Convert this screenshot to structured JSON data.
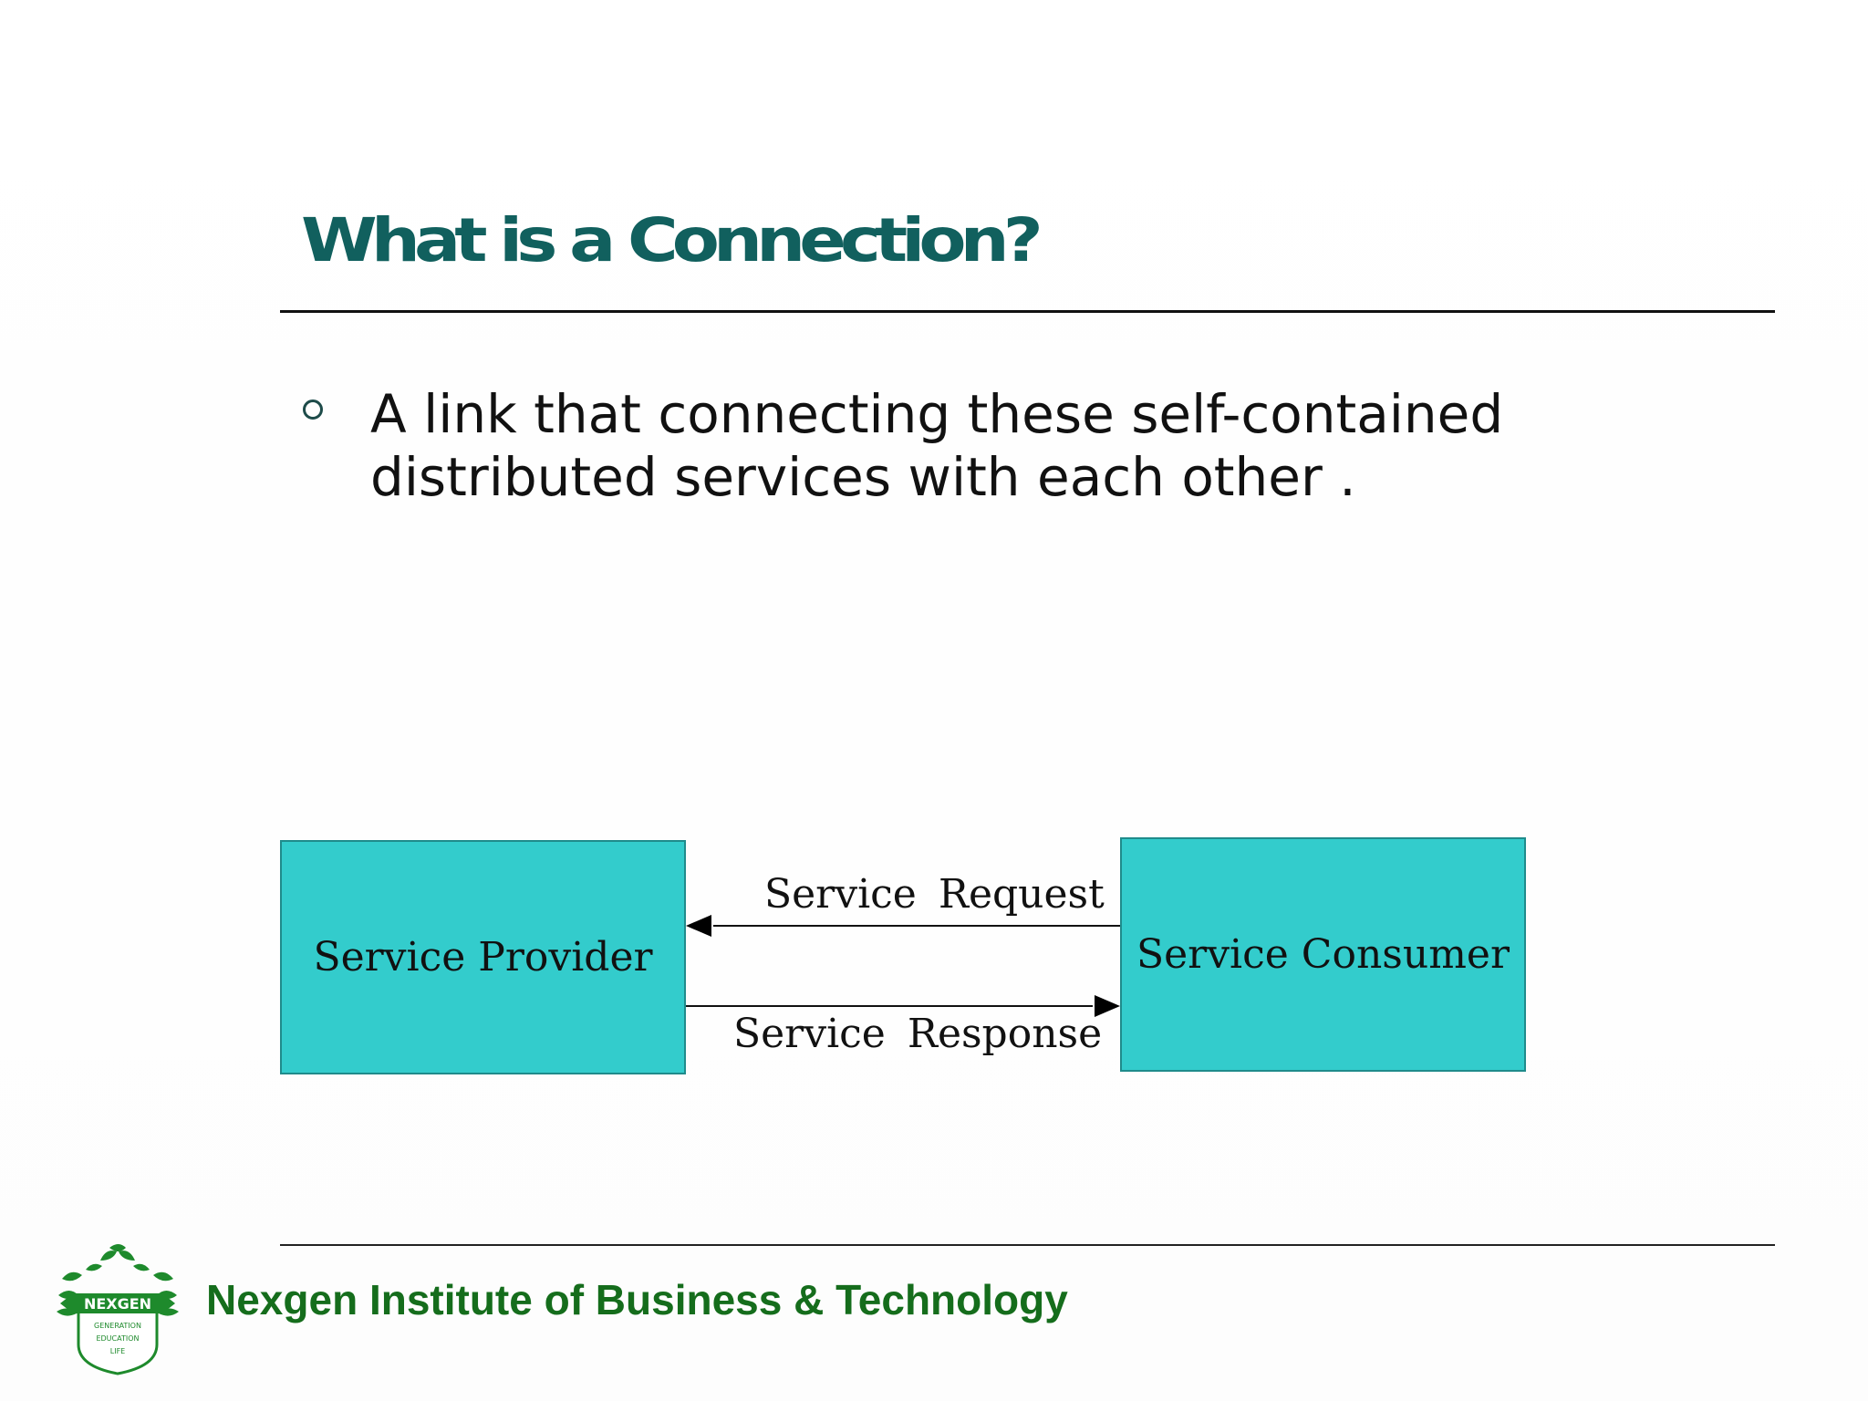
{
  "slide": {
    "title": "What is a Connection?",
    "bullets": [
      "A link that connecting these self-contained distributed services with each other ."
    ],
    "diagram": {
      "provider_label": "Service Provider",
      "consumer_label": "Service Consumer",
      "request_label": "Service  Request",
      "response_label": "Service  Response"
    },
    "footer": {
      "institute": "Nexgen Institute of Business & Technology",
      "logo_text": {
        "name": "NEXGEN",
        "line1": "GENERATION",
        "line2": "EDUCATION",
        "line3": "LIFE"
      }
    }
  },
  "colors": {
    "title": "#11605e",
    "box_fill": "#33cccc",
    "box_border": "#1f8b8b",
    "footer_text": "#156d1c",
    "logo_green": "#1e8a2c"
  }
}
